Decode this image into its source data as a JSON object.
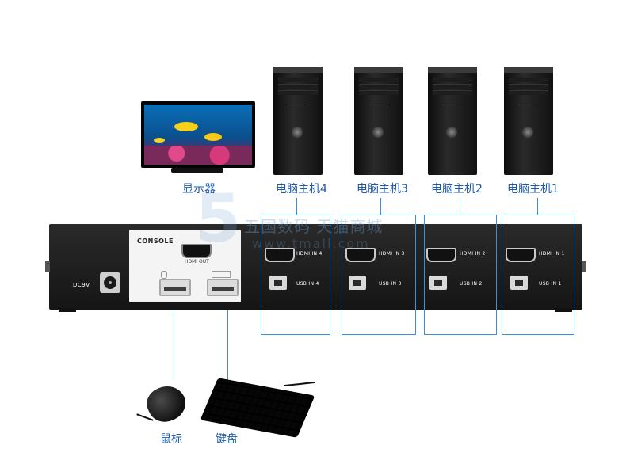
{
  "monitor": {
    "label": "显示器"
  },
  "hosts": [
    {
      "label": "电脑主机4",
      "hdmi": "HDMI IN 4",
      "usb": "USB IN 4"
    },
    {
      "label": "电脑主机3",
      "hdmi": "HDMI IN 3",
      "usb": "USB IN 3"
    },
    {
      "label": "电脑主机2",
      "hdmi": "HDMI IN 2",
      "usb": "USB IN 2"
    },
    {
      "label": "电脑主机1",
      "hdmi": "HDMI IN 1",
      "usb": "USB IN 1"
    }
  ],
  "console": {
    "title": "CONSOLE",
    "hdmi_out": "HDMI OUT"
  },
  "power": {
    "label": "DC9V"
  },
  "peripherals": {
    "mouse": "鼠标",
    "keyboard": "键盘"
  },
  "watermark": {
    "text": "五国数码 天猫商城",
    "sub": "www.tmall.com",
    "digit": "5"
  },
  "colors": {
    "accent": "#3f8fd4",
    "label_text": "#1e5aa8",
    "kvm_body": "#1a1a1a"
  }
}
